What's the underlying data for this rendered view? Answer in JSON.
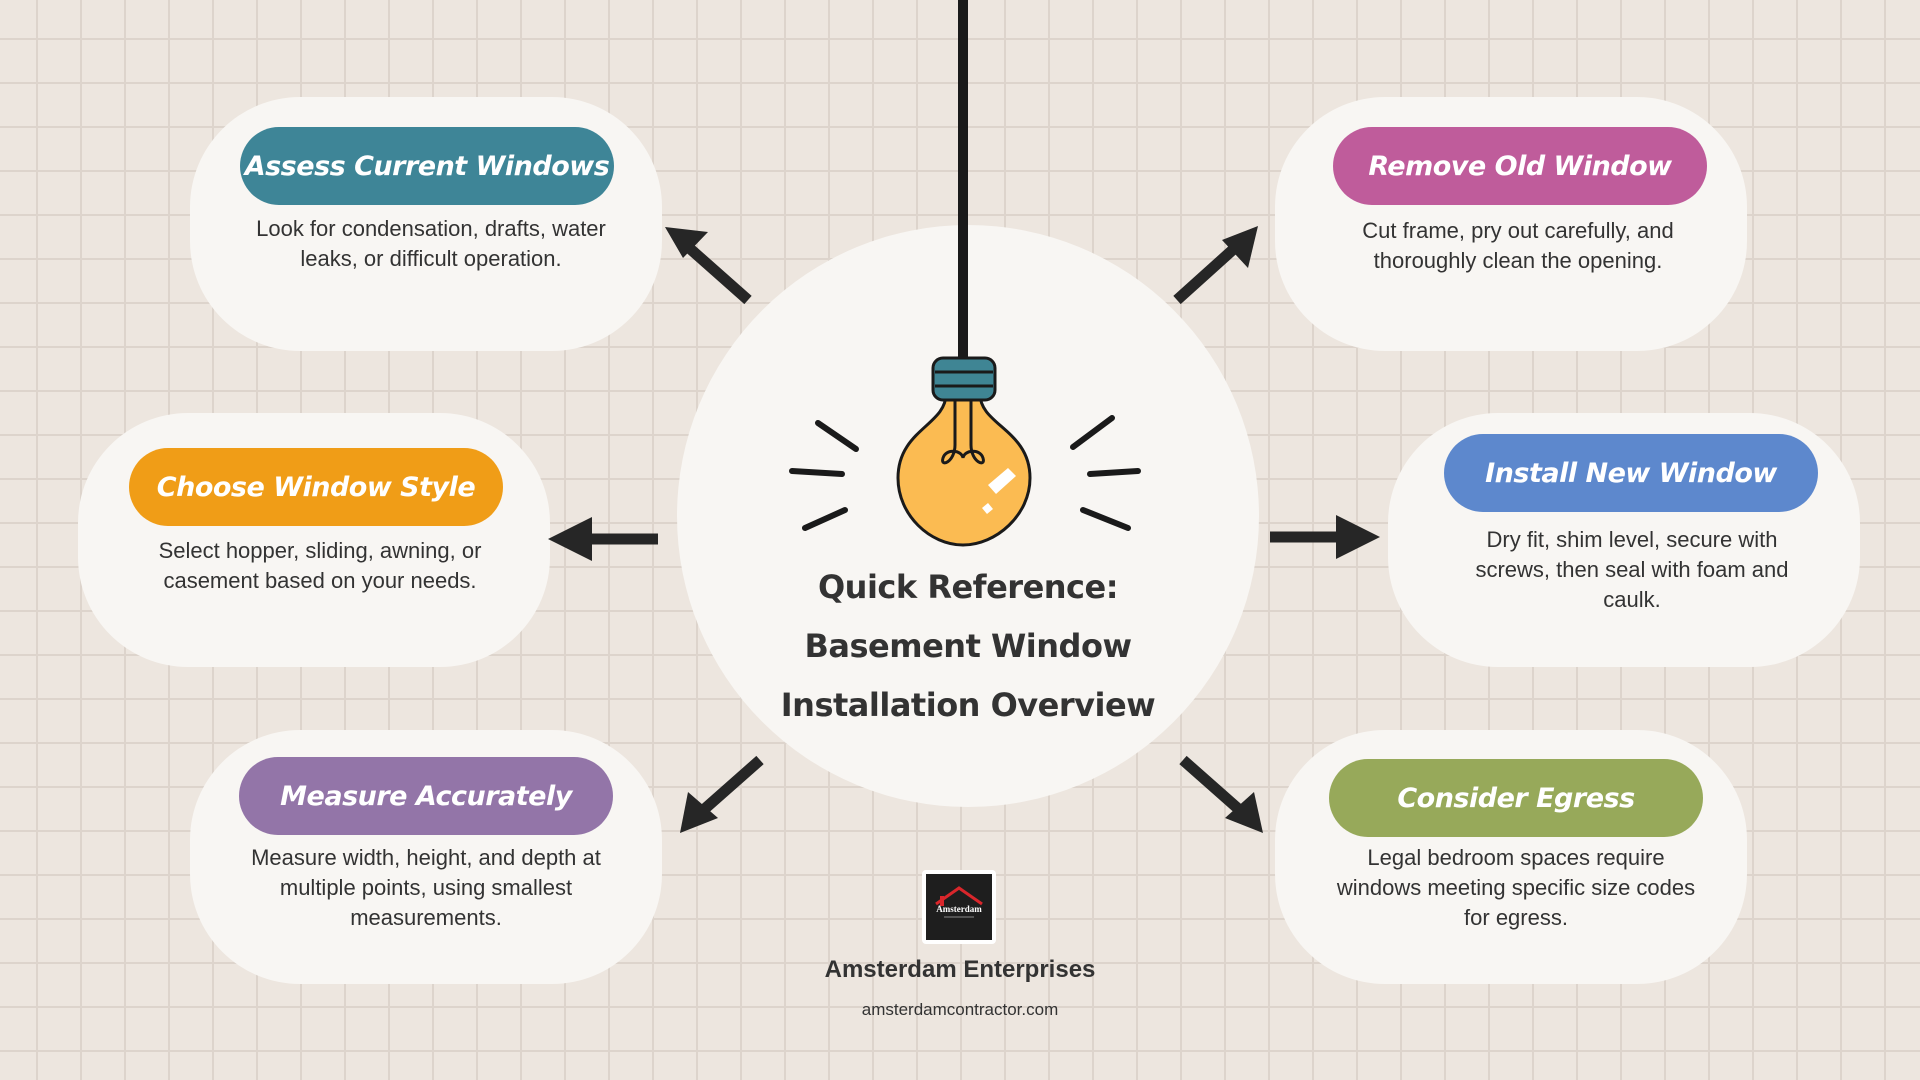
{
  "center": {
    "title_lines": [
      "Quick Reference:",
      "Basement Window",
      "Installation Overview"
    ]
  },
  "steps": [
    {
      "title": "Assess Current Windows",
      "description": "Look for condensation, drafts, water leaks, or difficult operation.",
      "color": "#3e8597"
    },
    {
      "title": "Remove Old Window",
      "description": "Cut frame, pry out carefully, and thoroughly clean the opening.",
      "color": "#bf5c9b"
    },
    {
      "title": "Choose Window Style",
      "description": "Select hopper, sliding, awning, or casement based on your needs.",
      "color": "#f09d17"
    },
    {
      "title": "Install New Window",
      "description": "Dry fit, shim level, secure with screws, then seal with foam and caulk.",
      "color": "#5d88cd"
    },
    {
      "title": "Measure Accurately",
      "description": "Measure width, height, and depth at multiple points, using smallest measurements.",
      "color": "#9375a8"
    },
    {
      "title": "Consider Egress",
      "description": "Legal bedroom spaces require windows meeting specific size codes for egress.",
      "color": "#97a95a"
    }
  ],
  "brand": {
    "name": "Amsterdam Enterprises",
    "url": "amsterdamcontractor.com",
    "logo_text": "Amsterdam"
  },
  "icons": {
    "bulb": "lightbulb-icon",
    "arrow": "arrow-icon"
  },
  "colors": {
    "background": "#ede6df",
    "card": "#f8f6f3",
    "arrow": "#262626",
    "bulb": "#fbbb52",
    "socket": "#3f8594"
  }
}
